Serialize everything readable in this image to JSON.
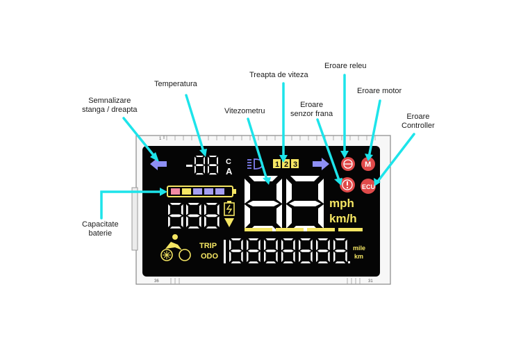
{
  "labels": {
    "turn_signal": [
      "Semnalizare",
      "stanga / dreapta"
    ],
    "temperature": "Temperatura",
    "gear": "Treapta de viteza",
    "relay_error": "Eroare releu",
    "brake_sensor_error": [
      "Eroare",
      "senzor frana"
    ],
    "motor_error": "Eroare motor",
    "controller_error": [
      "Eroare",
      "Controller"
    ],
    "speedometer": "Vitezometru",
    "battery": [
      "Capacitate",
      "baterie"
    ]
  },
  "display": {
    "temp_unit_c": "C",
    "temp_unit_a": "A",
    "gear_levels": [
      "1",
      "2",
      "3"
    ],
    "speed_unit_mph": "mph",
    "speed_unit_kmh": "km/h",
    "trip": "TRIP",
    "odo": "ODO",
    "dist_unit_mile": "mile",
    "dist_unit_km": "km",
    "motor_icon": "M",
    "ecu_icon": "ECU",
    "pin_left": "36",
    "pin_right": "31",
    "pin_top": "1"
  },
  "colors": {
    "callout": "#1de4ea",
    "lcd_bg": "#050505",
    "segment": "#ffffff",
    "yellow": "#f5e663",
    "red": "#e04a4a",
    "blue_arrow": "#8e8ff5"
  },
  "icons": [
    "left-arrow-icon",
    "right-arrow-icon",
    "headlight-icon",
    "relay-error-icon",
    "motor-error-icon",
    "brake-error-icon",
    "ecu-error-icon",
    "battery-icon",
    "cyclist-icon",
    "snowflake-icon"
  ]
}
